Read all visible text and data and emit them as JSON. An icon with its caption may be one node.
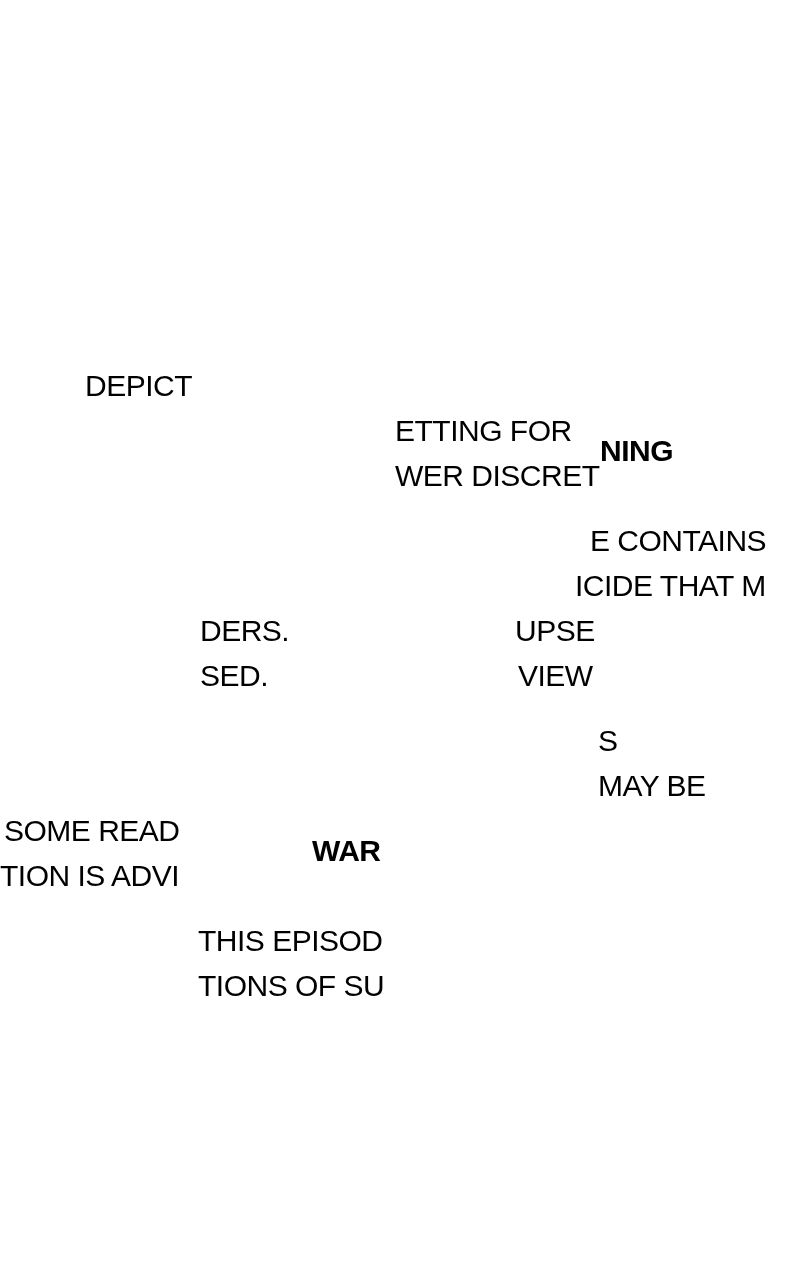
{
  "diagram": {
    "labels": [
      "DEPICT",
      "ETTING FOR",
      "NING",
      "WER DISCRET",
      "E CONTAINS",
      "ICIDE THAT M",
      "DERS.",
      "UPSE",
      "SED.",
      "VIEW",
      "S",
      "MAY BE",
      "SOME READ",
      "WAR",
      "TION IS ADVI",
      "THIS EPISOD",
      "TIONS OF SU"
    ]
  }
}
